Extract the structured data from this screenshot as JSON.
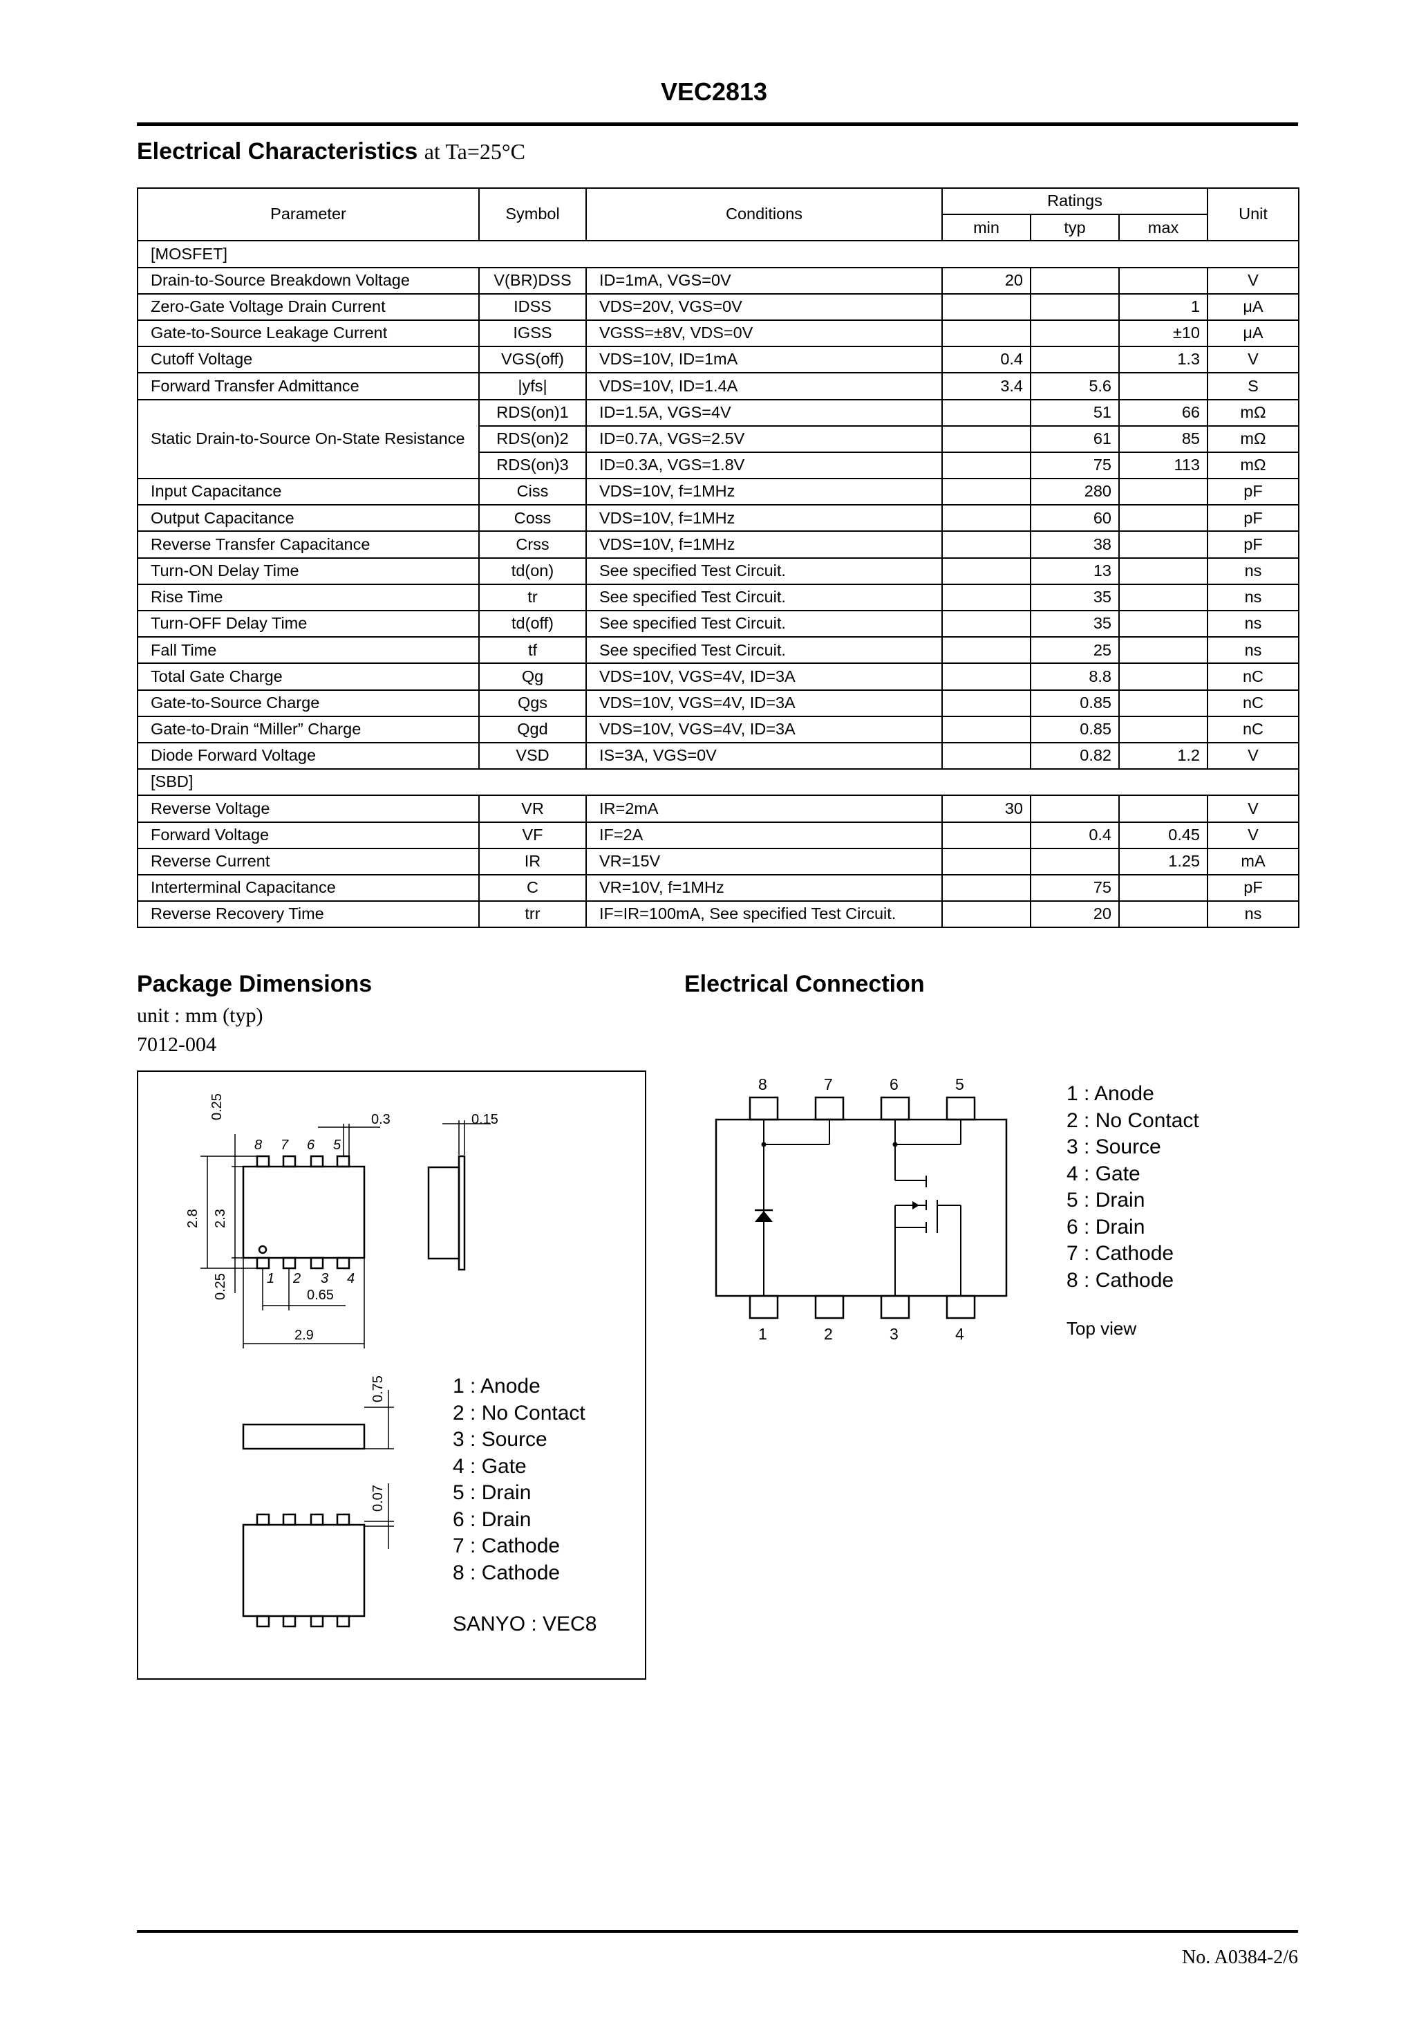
{
  "document": {
    "title": "VEC2813",
    "ec_heading": "Electrical Characteristics",
    "ec_condition": "at Ta=25°C",
    "page_number": "No. A0384-2/6"
  },
  "table": {
    "headers": {
      "parameter": "Parameter",
      "symbol": "Symbol",
      "conditions": "Conditions",
      "ratings": "Ratings",
      "min": "min",
      "typ": "typ",
      "max": "max",
      "unit": "Unit"
    },
    "mosfet_label": "[MOSFET]",
    "mosfet_rows": [
      {
        "param": "Drain-to-Source Breakdown Voltage",
        "symbol": "V(BR)DSS",
        "cond": "ID=1mA, VGS=0V",
        "min": "20",
        "typ": "",
        "max": "",
        "unit": "V"
      },
      {
        "param": "Zero-Gate Voltage Drain Current",
        "symbol": "IDSS",
        "cond": "VDS=20V, VGS=0V",
        "min": "",
        "typ": "",
        "max": "1",
        "unit": "μA"
      },
      {
        "param": "Gate-to-Source Leakage Current",
        "symbol": "IGSS",
        "cond": "VGSS=±8V, VDS=0V",
        "min": "",
        "typ": "",
        "max": "±10",
        "unit": "μA"
      },
      {
        "param": "Cutoff Voltage",
        "symbol": "VGS(off)",
        "cond": "VDS=10V, ID=1mA",
        "min": "0.4",
        "typ": "",
        "max": "1.3",
        "unit": "V"
      },
      {
        "param": "Forward Transfer Admittance",
        "symbol": "|yfs|",
        "cond": "VDS=10V, ID=1.4A",
        "min": "3.4",
        "typ": "5.6",
        "max": "",
        "unit": "S"
      }
    ],
    "rds_param": "Static Drain-to-Source On-State Resistance",
    "rds_rows": [
      {
        "symbol": "RDS(on)1",
        "cond": "ID=1.5A, VGS=4V",
        "min": "",
        "typ": "51",
        "max": "66",
        "unit": "mΩ"
      },
      {
        "symbol": "RDS(on)2",
        "cond": "ID=0.7A, VGS=2.5V",
        "min": "",
        "typ": "61",
        "max": "85",
        "unit": "mΩ"
      },
      {
        "symbol": "RDS(on)3",
        "cond": "ID=0.3A, VGS=1.8V",
        "min": "",
        "typ": "75",
        "max": "113",
        "unit": "mΩ"
      }
    ],
    "mosfet_rows2": [
      {
        "param": "Input Capacitance",
        "symbol": "Ciss",
        "cond": "VDS=10V, f=1MHz",
        "min": "",
        "typ": "280",
        "max": "",
        "unit": "pF"
      },
      {
        "param": "Output Capacitance",
        "symbol": "Coss",
        "cond": "VDS=10V, f=1MHz",
        "min": "",
        "typ": "60",
        "max": "",
        "unit": "pF"
      },
      {
        "param": "Reverse Transfer Capacitance",
        "symbol": "Crss",
        "cond": "VDS=10V, f=1MHz",
        "min": "",
        "typ": "38",
        "max": "",
        "unit": "pF"
      },
      {
        "param": "Turn-ON Delay Time",
        "symbol": "td(on)",
        "cond": "See specified Test Circuit.",
        "min": "",
        "typ": "13",
        "max": "",
        "unit": "ns"
      },
      {
        "param": "Rise Time",
        "symbol": "tr",
        "cond": "See specified Test Circuit.",
        "min": "",
        "typ": "35",
        "max": "",
        "unit": "ns"
      },
      {
        "param": "Turn-OFF Delay Time",
        "symbol": "td(off)",
        "cond": "See specified Test Circuit.",
        "min": "",
        "typ": "35",
        "max": "",
        "unit": "ns"
      },
      {
        "param": "Fall Time",
        "symbol": "tf",
        "cond": "See specified Test Circuit.",
        "min": "",
        "typ": "25",
        "max": "",
        "unit": "ns"
      },
      {
        "param": "Total Gate Charge",
        "symbol": "Qg",
        "cond": "VDS=10V, VGS=4V, ID=3A",
        "min": "",
        "typ": "8.8",
        "max": "",
        "unit": "nC"
      },
      {
        "param": "Gate-to-Source Charge",
        "symbol": "Qgs",
        "cond": "VDS=10V, VGS=4V, ID=3A",
        "min": "",
        "typ": "0.85",
        "max": "",
        "unit": "nC"
      },
      {
        "param": "Gate-to-Drain “Miller” Charge",
        "symbol": "Qgd",
        "cond": "VDS=10V, VGS=4V, ID=3A",
        "min": "",
        "typ": "0.85",
        "max": "",
        "unit": "nC"
      },
      {
        "param": "Diode Forward Voltage",
        "symbol": "VSD",
        "cond": "IS=3A, VGS=0V",
        "min": "",
        "typ": "0.82",
        "max": "1.2",
        "unit": "V"
      }
    ],
    "sbd_label": "[SBD]",
    "sbd_rows": [
      {
        "param": "Reverse Voltage",
        "symbol": "VR",
        "cond": "IR=2mA",
        "min": "30",
        "typ": "",
        "max": "",
        "unit": "V"
      },
      {
        "param": "Forward Voltage",
        "symbol": "VF",
        "cond": "IF=2A",
        "min": "",
        "typ": "0.4",
        "max": "0.45",
        "unit": "V"
      },
      {
        "param": "Reverse Current",
        "symbol": "IR",
        "cond": "VR=15V",
        "min": "",
        "typ": "",
        "max": "1.25",
        "unit": "mA"
      },
      {
        "param": "Interterminal Capacitance",
        "symbol": "C",
        "cond": "VR=10V, f=1MHz",
        "min": "",
        "typ": "75",
        "max": "",
        "unit": "pF"
      },
      {
        "param": "Reverse Recovery Time",
        "symbol": "trr",
        "cond": "IF=IR=100mA, See specified Test Circuit.",
        "min": "",
        "typ": "20",
        "max": "",
        "unit": "ns"
      }
    ]
  },
  "package": {
    "heading": "Package Dimensions",
    "unit_line": "unit : mm (typ)",
    "code": "7012-004",
    "dims": {
      "d025_top": "0.25",
      "d03": "0.3",
      "d015": "0.15",
      "d28": "2.8",
      "d23": "2.3",
      "d025_bottom": "0.25",
      "d065": "0.65",
      "d29": "2.9",
      "d075": "0.75",
      "d007": "0.07"
    },
    "top_pins": [
      "8",
      "7",
      "6",
      "5"
    ],
    "bottom_pins": [
      "1",
      "2",
      "3",
      "4"
    ],
    "pin_list": [
      "1 : Anode",
      "2 : No Contact",
      "3 : Source",
      "4 : Gate",
      "5 : Drain",
      "6 : Drain",
      "7 : Cathode",
      "8 : Cathode"
    ],
    "sanyo": "SANYO : VEC8"
  },
  "connection": {
    "heading": "Electrical Connection",
    "top_pins": [
      "8",
      "7",
      "6",
      "5"
    ],
    "bottom_pins": [
      "1",
      "2",
      "3",
      "4"
    ],
    "pin_list": [
      "1 : Anode",
      "2 : No Contact",
      "3 : Source",
      "4 : Gate",
      "5 : Drain",
      "6 : Drain",
      "7 : Cathode",
      "8 : Cathode"
    ],
    "top_view": "Top view"
  }
}
